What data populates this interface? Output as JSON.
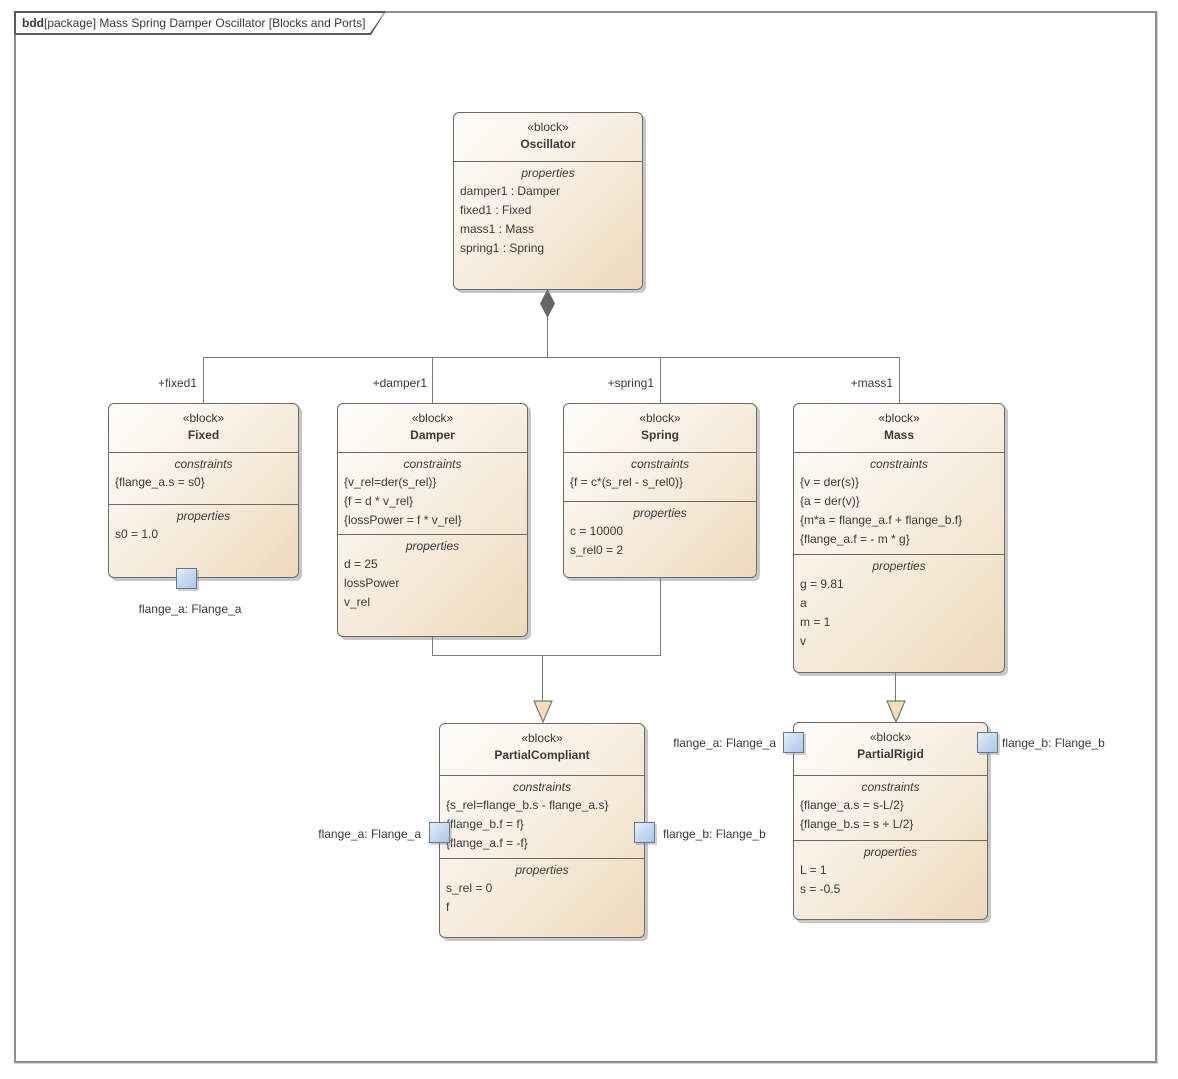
{
  "diagram_tab": {
    "keyword": "bdd",
    "title": "[package] Mass Spring Damper Oscillator [Blocks and Ports]"
  },
  "colors": {
    "block_fill_start": "#fefdfa",
    "block_fill_end": "#eed9bb",
    "block_border": "#6a6a6a",
    "connector": "#7a7a7a",
    "generalization_arrow_fill": "#f6dfba",
    "port_fill": "#b9d2ee",
    "port_border": "#63788f"
  },
  "blocks": {
    "oscillator": {
      "stereotype": "«block»",
      "name": "Oscillator",
      "properties_label": "properties",
      "properties": [
        "damper1 : Damper",
        "fixed1 : Fixed",
        "mass1 : Mass",
        "spring1 : Spring"
      ]
    },
    "fixed": {
      "stereotype": "«block»",
      "name": "Fixed",
      "constraints_label": "constraints",
      "constraints": [
        "{flange_a.s = s0}"
      ],
      "properties_label": "properties",
      "properties": [
        "s0 = 1.0"
      ]
    },
    "damper": {
      "stereotype": "«block»",
      "name": "Damper",
      "constraints_label": "constraints",
      "constraints": [
        "{v_rel=der(s_rel)}",
        "{f = d * v_rel}",
        "{lossPower = f * v_rel}"
      ],
      "properties_label": "properties",
      "properties": [
        "d = 25",
        "lossPower",
        "v_rel"
      ]
    },
    "spring": {
      "stereotype": "«block»",
      "name": "Spring",
      "constraints_label": "constraints",
      "constraints": [
        "{f = c*(s_rel - s_rel0)}"
      ],
      "properties_label": "properties",
      "properties": [
        "c = 10000",
        "s_rel0 = 2"
      ]
    },
    "mass": {
      "stereotype": "«block»",
      "name": "Mass",
      "constraints_label": "constraints",
      "constraints": [
        "{v = der(s)}",
        "{a = der(v)}",
        "{m*a = flange_a.f + flange_b.f}",
        "{flange_a.f = - m * g}"
      ],
      "properties_label": "properties",
      "properties": [
        "g = 9.81",
        "a",
        "m = 1",
        "v"
      ]
    },
    "partial_compliant": {
      "stereotype": "«block»",
      "name": "PartialCompliant",
      "constraints_label": "constraints",
      "constraints": [
        "{s_rel=flange_b.s - flange_a.s}",
        "{flange_b.f = f}",
        "{flange_a.f = -f}"
      ],
      "properties_label": "properties",
      "properties": [
        "s_rel = 0",
        "f"
      ]
    },
    "partial_rigid": {
      "stereotype": "«block»",
      "name": "PartialRigid",
      "constraints_label": "constraints",
      "constraints": [
        "{flange_a.s = s-L/2}",
        "{flange_b.s = s + L/2}"
      ],
      "properties_label": "properties",
      "properties": [
        "L = 1",
        "s = -0.5"
      ]
    }
  },
  "role_labels": {
    "fixed": "+fixed1",
    "damper": "+damper1",
    "spring": "+spring1",
    "mass": "+mass1"
  },
  "port_labels": {
    "fixed_flange_a": "flange_a: Flange_a",
    "pc_flange_a": "flange_a: Flange_a",
    "pc_flange_b": "flange_b: Flange_b",
    "pr_flange_a": "flange_a: Flange_a",
    "pr_flange_b": "flange_b: Flange_b"
  }
}
